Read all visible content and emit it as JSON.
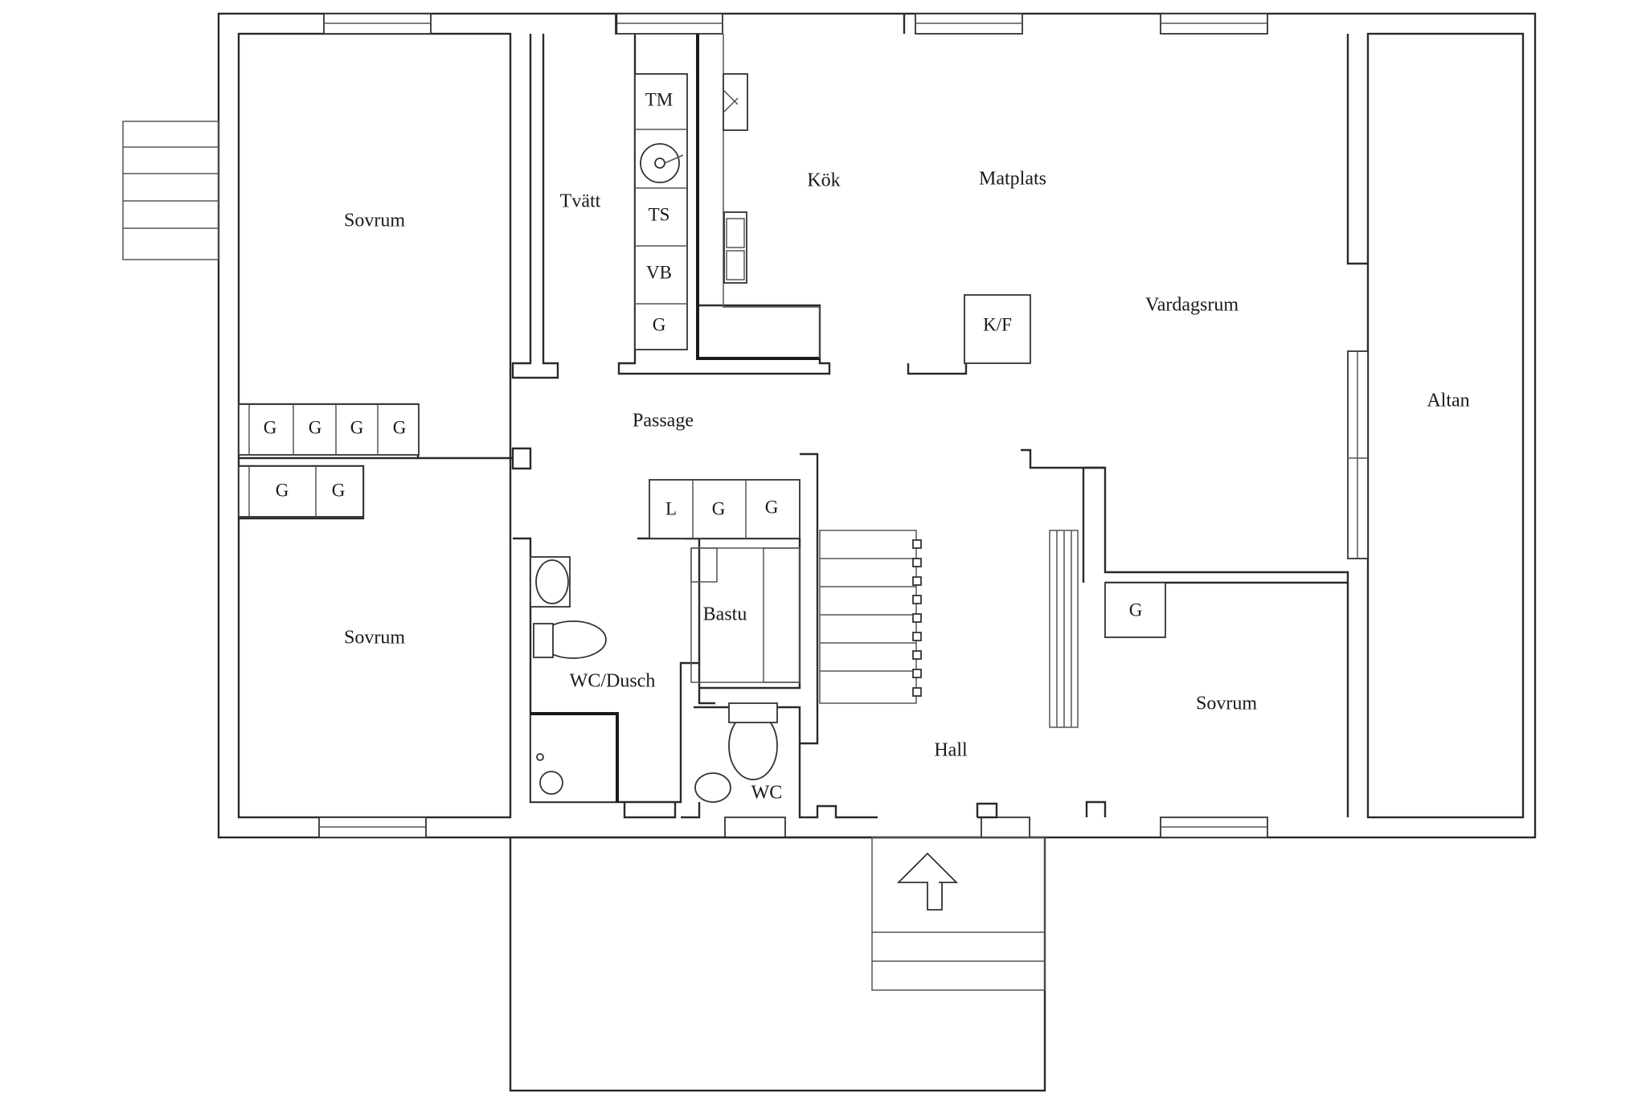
{
  "rooms": {
    "sovrum_nw": "Sovrum",
    "sovrum_sw": "Sovrum",
    "sovrum_se": "Sovrum",
    "tvatt": "Tvätt",
    "kok": "Kök",
    "matplats": "Matplats",
    "vardagsrum": "Vardagsrum",
    "altan": "Altan",
    "passage": "Passage",
    "bastu": "Bastu",
    "wc_dusch": "WC/Dusch",
    "wc": "WC",
    "hall": "Hall"
  },
  "fixtures": {
    "tm": "TM",
    "ts": "TS",
    "vb": "VB",
    "g": "G",
    "l": "L",
    "kf": "K/F"
  }
}
